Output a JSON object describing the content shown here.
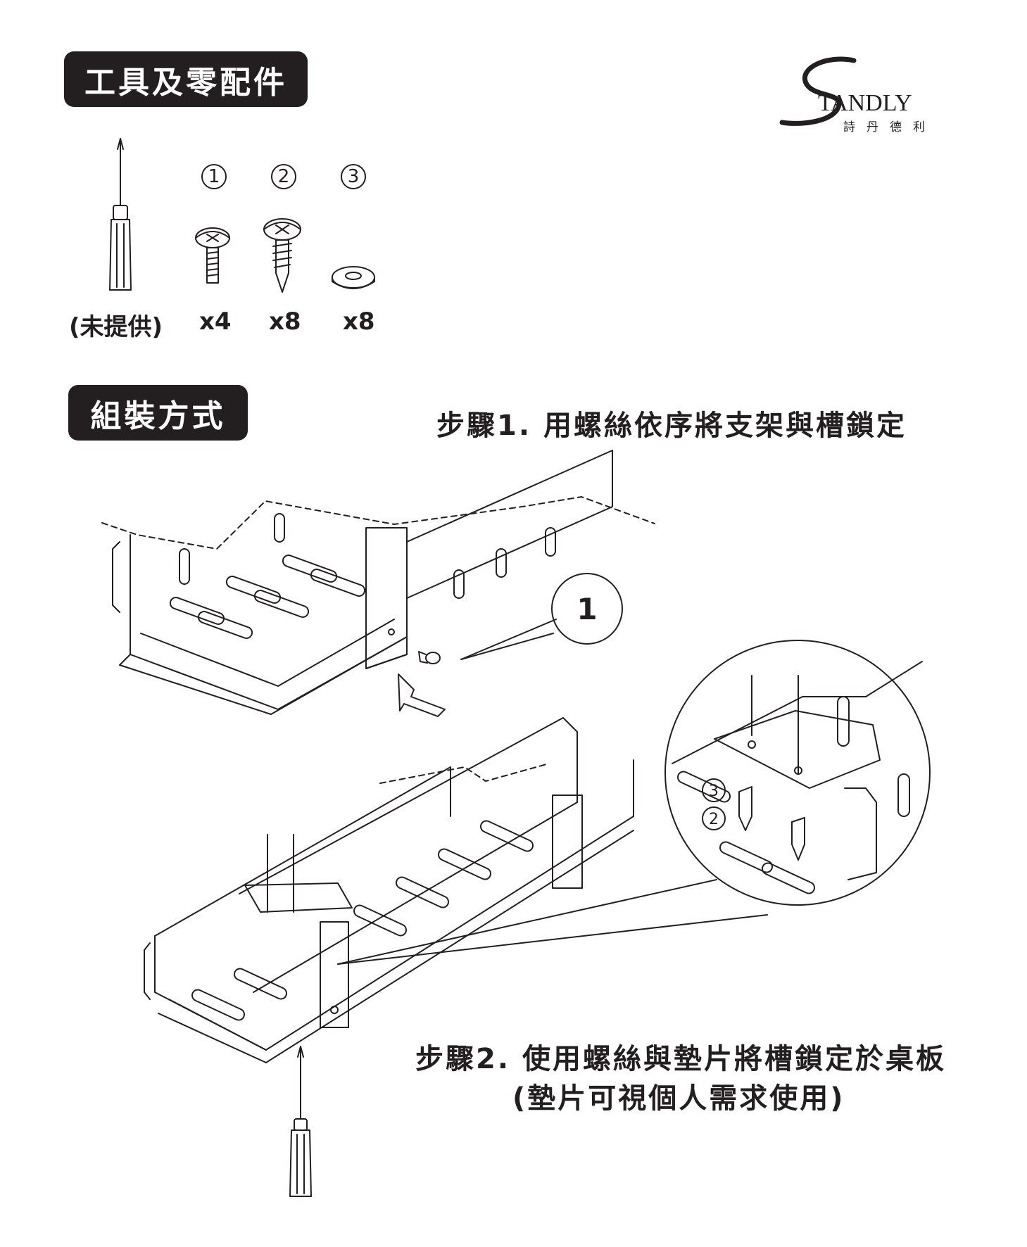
{
  "sections": {
    "tools": "工具及零配件",
    "assembly": "組裝方式"
  },
  "brand": {
    "name": "TANDLY",
    "sub": "詩丹德利"
  },
  "parts": [
    {
      "num": "1",
      "qty": "x4"
    },
    {
      "num": "2",
      "qty": "x8"
    },
    {
      "num": "3",
      "qty": "x8"
    }
  ],
  "tool_note": "(未提供)",
  "steps": {
    "step1": "步驟1. 用螺絲依序將支架與槽鎖定",
    "step2_line1": "步驟2. 使用螺絲與墊片將槽鎖定於桌板",
    "step2_line2": "(墊片可視個人需求使用)"
  },
  "callouts": {
    "step1_callout": "1",
    "zoom_label_3": "3",
    "zoom_label_2": "2"
  }
}
